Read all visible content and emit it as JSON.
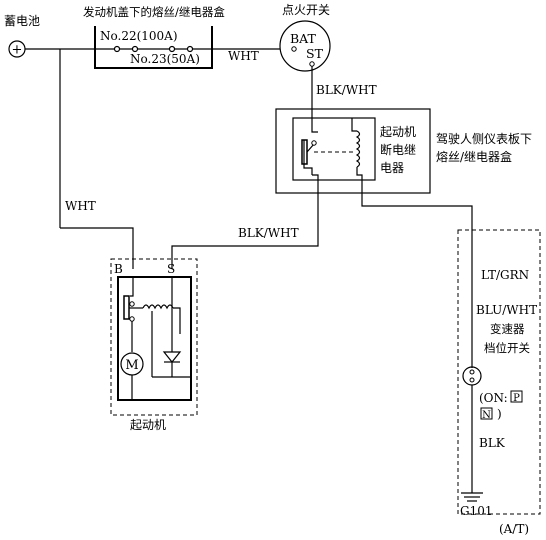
{
  "labels": {
    "battery": "蓄电池",
    "battery_symbol": "+",
    "engine_fuse_box": "发动机盖下的熔丝/继电器盒",
    "fuse_no22": "No.22(100A)",
    "fuse_no23": "No.23(50A)",
    "ignition_switch": "点火开关",
    "bat_terminal": "BAT",
    "st_terminal": "ST",
    "wire_wht_top": "WHT",
    "wire_blk_wht_top": "BLK/WHT",
    "dash_fuse_box": [
      "驾驶人侧仪表板下",
      "熔丝/继电器盒"
    ],
    "starter_cut_relay": [
      "起动机",
      "断电继",
      "电器"
    ],
    "wire_wht_left": "WHT",
    "wire_blk_wht_mid": "BLK/WHT",
    "b_terminal": "B",
    "s_terminal": "S",
    "motor_symbol": "M",
    "starter": "起动机",
    "wire_lt_grn": "LT/GRN",
    "wire_blu_wht": "BLU/WHT",
    "trans_range_switch": [
      "变速器",
      "档位开关"
    ],
    "switch_on_prefix": "(ON:",
    "gear_p": "P",
    "gear_n": "N",
    "switch_on_suffix": ")",
    "wire_blk": "BLK",
    "ground": "G101",
    "at_note": "(A/T)"
  }
}
